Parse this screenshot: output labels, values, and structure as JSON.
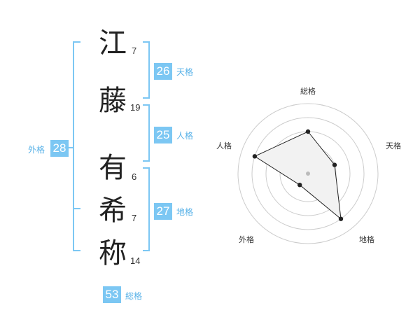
{
  "name": {
    "characters": [
      {
        "char": "江",
        "strokes": "7"
      },
      {
        "char": "藤",
        "strokes": "19"
      },
      {
        "char": "有",
        "strokes": "6"
      },
      {
        "char": "希",
        "strokes": "7"
      },
      {
        "char": "称",
        "strokes": "14"
      }
    ]
  },
  "fortunes": {
    "tenkaku": {
      "value": "26",
      "label": "天格"
    },
    "jinkaku": {
      "value": "25",
      "label": "人格"
    },
    "chikaku": {
      "value": "27",
      "label": "地格"
    },
    "gaikaku": {
      "value": "28",
      "label": "外格"
    },
    "soukaku": {
      "value": "53",
      "label": "総格"
    }
  },
  "radar": {
    "axes": [
      "総格",
      "天格",
      "地格",
      "外格",
      "人格"
    ],
    "scores": [
      3,
      2,
      4,
      1,
      4
    ],
    "max": 5,
    "accent": "#7cc7f3",
    "fill": "#f2f2f2",
    "line": "#222222",
    "ring": "#cccccc"
  }
}
